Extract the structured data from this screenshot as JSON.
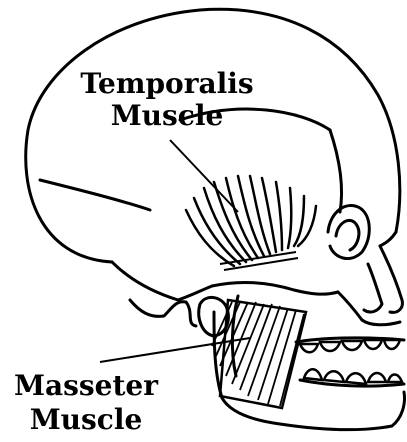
{
  "labels": {
    "temporalis": {
      "line1": "Temporalis",
      "line2": "Muscle"
    },
    "masseter": {
      "line1": "Masseter",
      "line2": "Muscle"
    }
  },
  "colors": {
    "ink": "#000000",
    "paper": "#ffffff"
  }
}
